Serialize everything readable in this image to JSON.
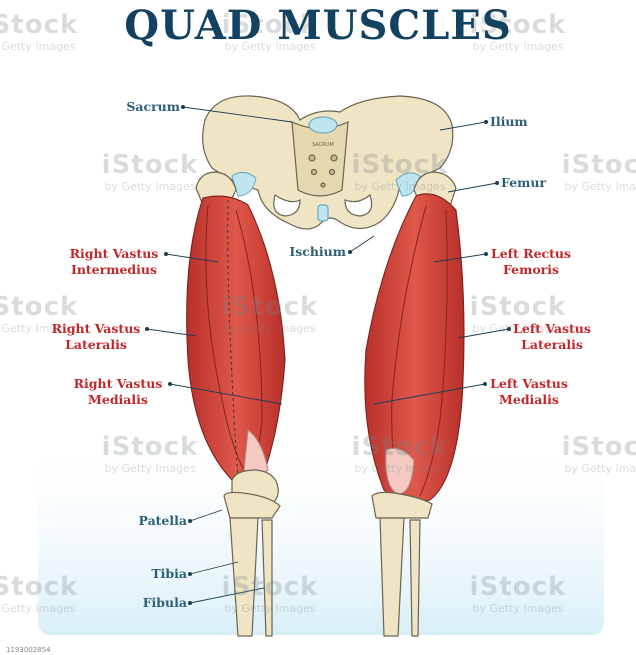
{
  "title": "QUAD MUSCLES",
  "labels": {
    "sacrum": "Sacrum",
    "sacrum_inner": "SACRUM",
    "ilium": "Ilium",
    "femur": "Femur",
    "ischium": "Ischium",
    "right_vastus_intermedius": [
      "Right Vastus",
      "Intermedius"
    ],
    "left_rectus_femoris": [
      "Left Rectus",
      "Femoris"
    ],
    "right_vastus_lateralis": [
      "Right Vastus",
      "Lateralis"
    ],
    "left_vastus_lateralis": [
      "Left Vastus",
      "Lateralis"
    ],
    "right_vastus_medialis": [
      "Right Vastus",
      "Medialis"
    ],
    "left_vastus_medialis": [
      "Left Vastus",
      "Medialis"
    ],
    "patella": "Patella",
    "tibia": "Tibia",
    "fibula": "Fibula"
  },
  "watermark": {
    "brand": "iStock",
    "credit": "by Getty Images"
  },
  "stock_id": "1193002854",
  "colors": {
    "title": "#12425f",
    "bone_label": "#2d5f78",
    "muscle_label": "#c0282a",
    "bone": "#efe4c4",
    "muscle": "#d4463a",
    "background_fade": "#dff1f8"
  }
}
